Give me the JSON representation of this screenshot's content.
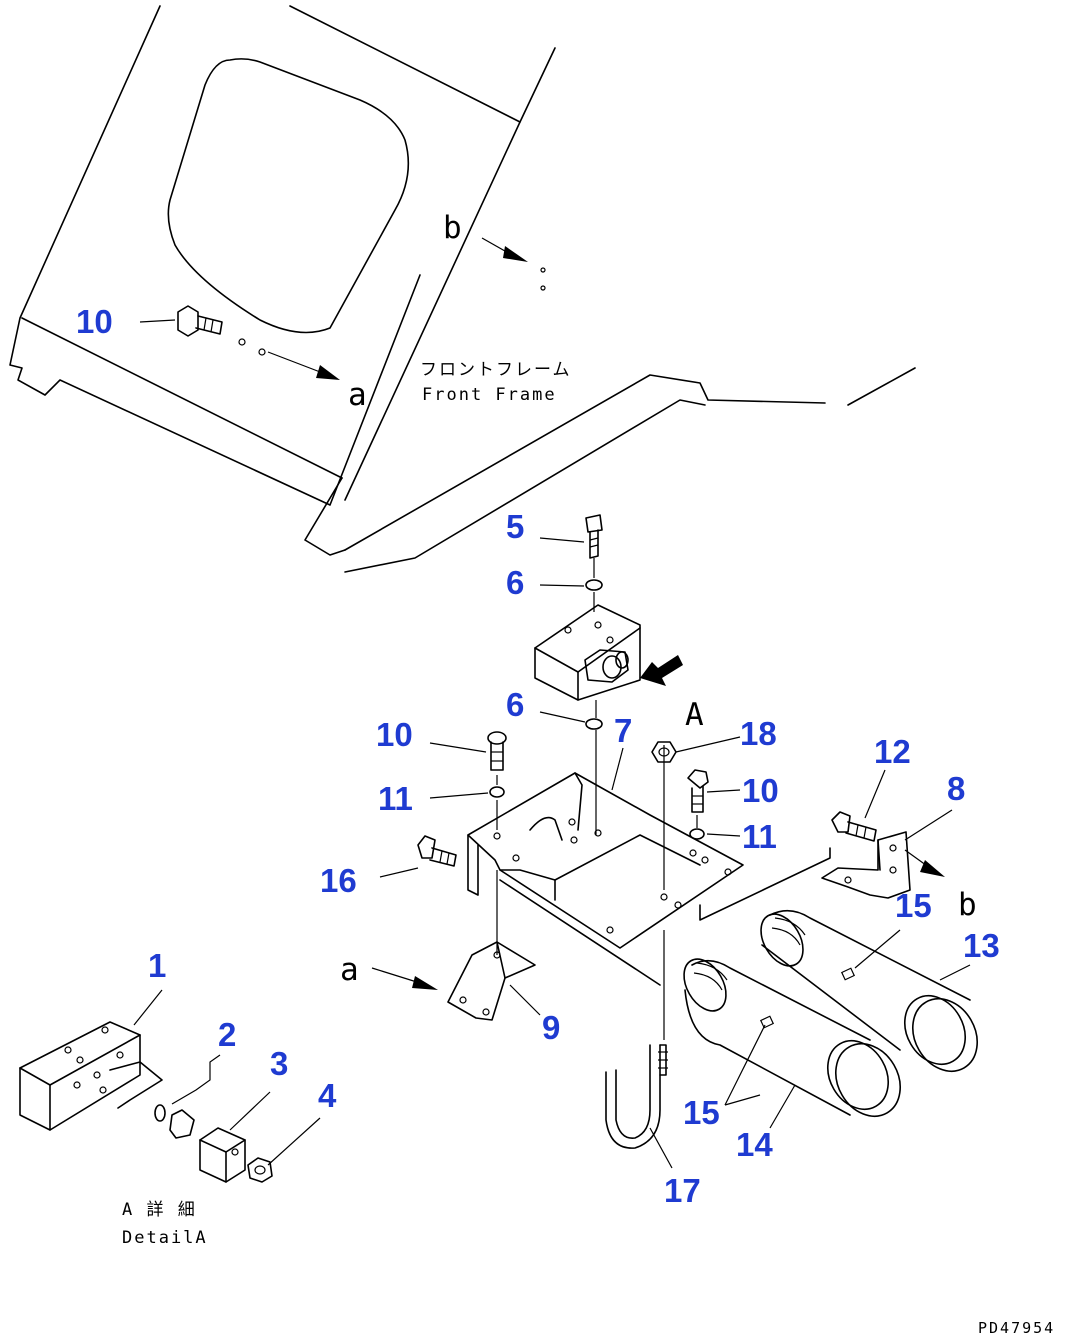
{
  "labels": {
    "frame_jp": "フロントフレーム",
    "frame_en": "Front Frame",
    "detail_jp": "A 詳 細",
    "detail_en": "DetailA",
    "view_arrow": "A",
    "ref_a": "a",
    "ref_b": "b",
    "drawing_code": "PD47954"
  },
  "parts": [
    "1",
    "2",
    "3",
    "4",
    "5",
    "6",
    "7",
    "8",
    "9",
    "10",
    "11",
    "12",
    "13",
    "14",
    "15",
    "16",
    "17",
    "18"
  ],
  "colors": {
    "part_number": "#1f3bd1",
    "line": "#000000"
  }
}
